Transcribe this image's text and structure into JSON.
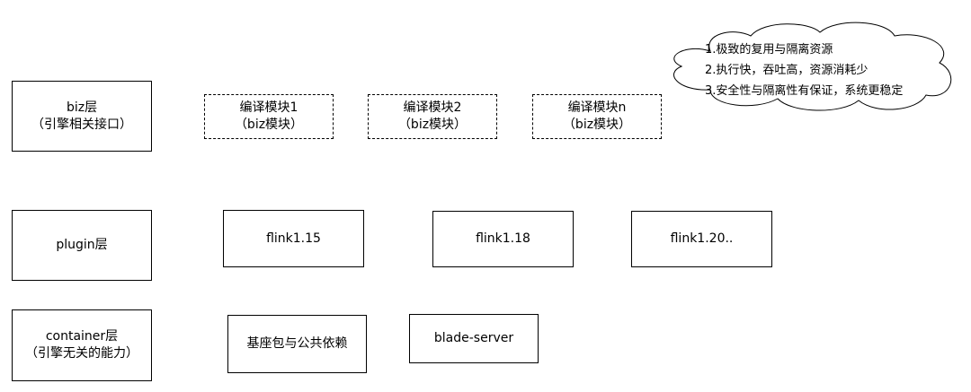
{
  "layers": {
    "biz": {
      "lines": [
        "biz层",
        "（引擎相关接口）"
      ]
    },
    "plugin": {
      "lines": [
        "plugin层"
      ]
    },
    "container": {
      "lines": [
        "container层",
        "（引擎无关的能力）"
      ]
    }
  },
  "biz_modules": [
    {
      "lines": [
        "编译模块1",
        "（biz模块）"
      ]
    },
    {
      "lines": [
        "编译模块2",
        "（biz模块）"
      ]
    },
    {
      "lines": [
        "编译模块n",
        "（biz模块）"
      ]
    }
  ],
  "plugins": [
    "flink1.15",
    "flink1.18",
    "flink1.20.."
  ],
  "containers": [
    "基座包与公共依赖",
    "blade-server"
  ],
  "cloud_note": {
    "lines": [
      "1.极致的复用与隔离资源",
      "2.执行快，吞吐高，资源消耗少",
      "3.安全性与隔离性有保证，系统更稳定"
    ]
  }
}
